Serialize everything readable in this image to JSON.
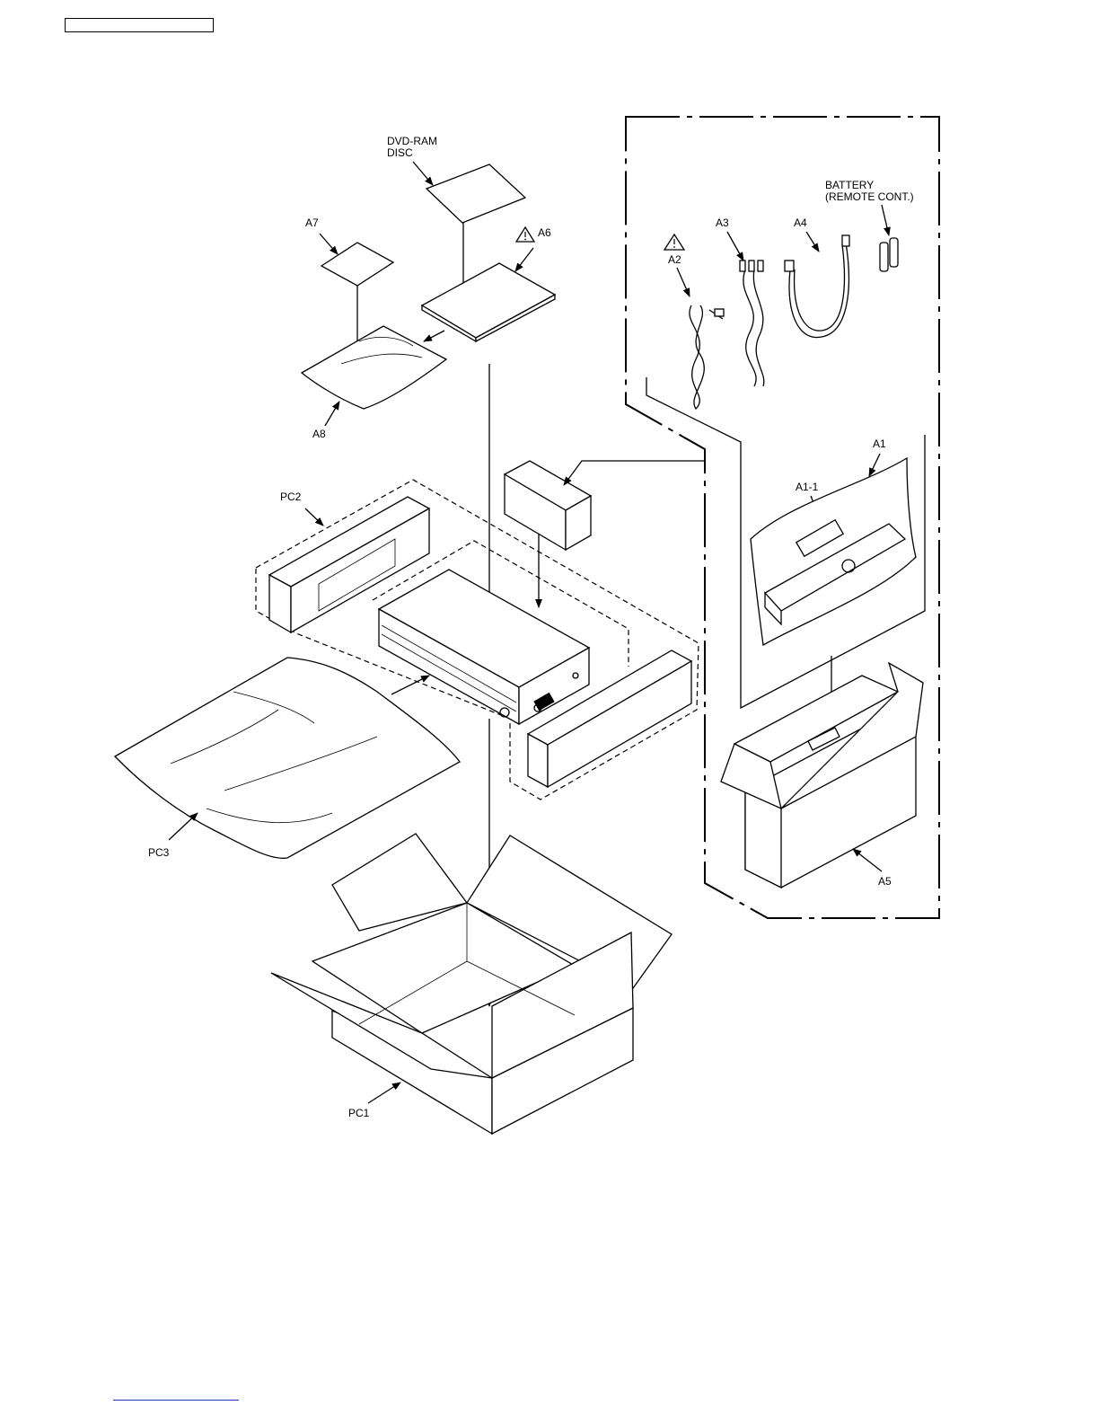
{
  "header": {
    "box_label": ""
  },
  "labels": {
    "dvd_ram_disc_1": "DVD-RAM",
    "dvd_ram_disc_2": "DISC",
    "a7": "A7",
    "a6": "A6",
    "a8": "A8",
    "a2": "A2",
    "a3": "A3",
    "a4": "A4",
    "battery_1": "BATTERY",
    "battery_2": "(REMOTE CONT.)",
    "a1": "A1",
    "a1_1": "A1-1",
    "pc2": "PC2",
    "pc3": "PC3",
    "a5": "A5",
    "pc1": "PC1"
  },
  "icons": [
    "warning-triangle-icon"
  ],
  "colors": {
    "ink": "#000000",
    "paper": "#ffffff",
    "link_underline": "#2233cc"
  }
}
